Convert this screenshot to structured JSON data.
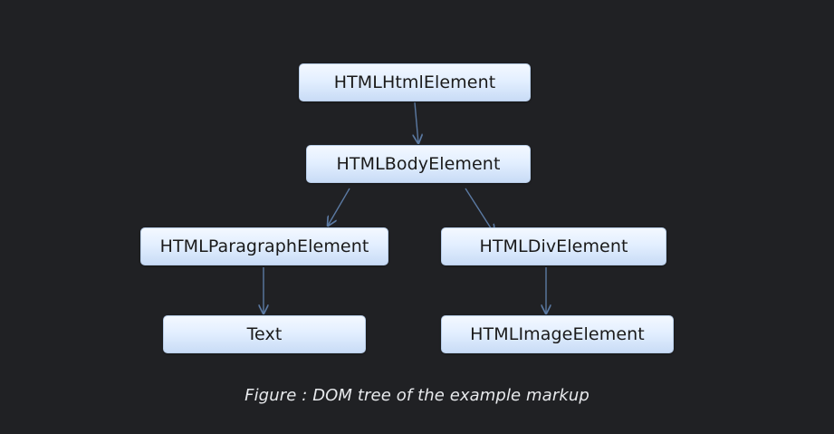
{
  "diagram": {
    "nodes": {
      "html": "HTMLHtmlElement",
      "body": "HTMLBodyElement",
      "paragraph": "HTMLParagraphElement",
      "div": "HTMLDivElement",
      "text": "Text",
      "image": "HTMLImageElement"
    },
    "edges": [
      [
        "html",
        "body"
      ],
      [
        "body",
        "paragraph"
      ],
      [
        "body",
        "div"
      ],
      [
        "paragraph",
        "text"
      ],
      [
        "div",
        "image"
      ]
    ],
    "caption": "Figure : DOM tree of the example markup"
  },
  "colors": {
    "background": "#202124",
    "node_fill": "#e3efff",
    "edge": "#4a6a94",
    "caption": "#e8eaed"
  }
}
